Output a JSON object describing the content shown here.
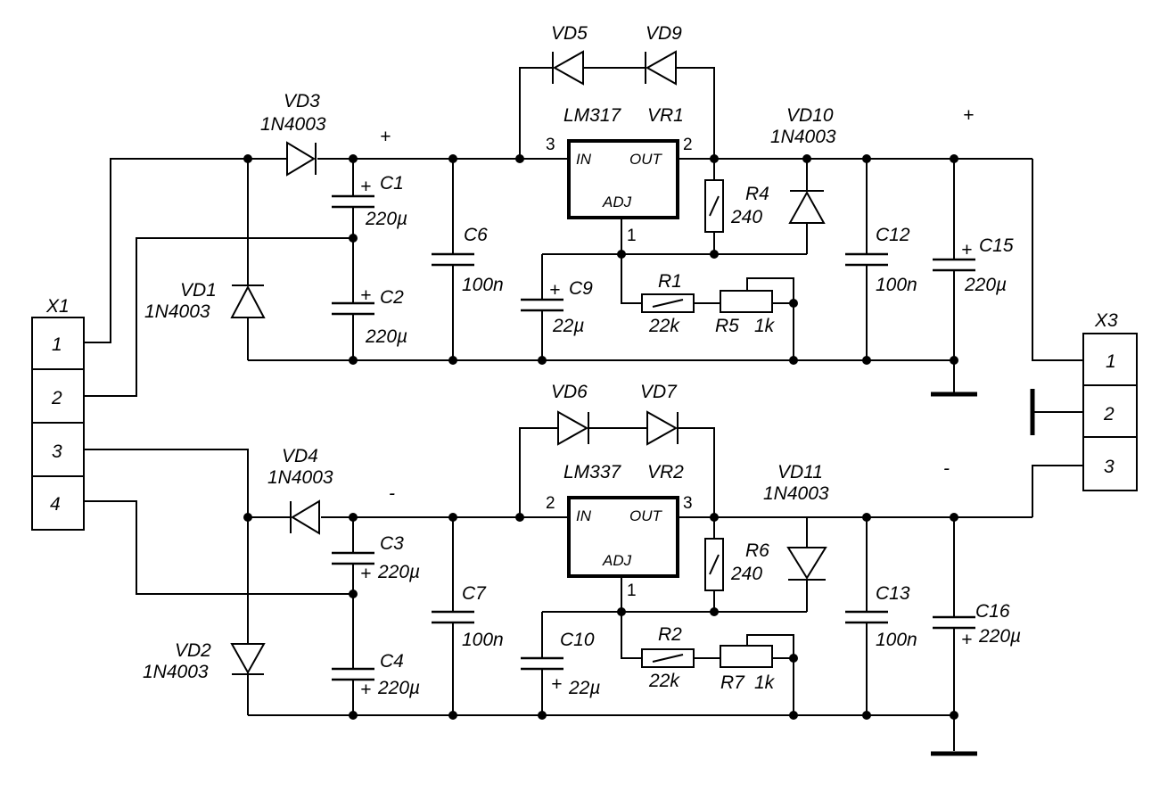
{
  "connectors": {
    "x1": {
      "name": "X1",
      "pins": [
        "1",
        "2",
        "3",
        "4"
      ]
    },
    "x3": {
      "name": "X3",
      "pins": [
        "1",
        "2",
        "3"
      ]
    }
  },
  "rail_signs": {
    "top_in": "+",
    "top_out": "+",
    "bottom_in": "-",
    "bottom_out": "-"
  },
  "ic": {
    "vr1": {
      "name": "VR1",
      "part": "LM317",
      "in_pin": "3",
      "out_pin": "2",
      "adj_pin": "1",
      "in_label": "IN",
      "out_label": "OUT",
      "adj_label": "ADJ"
    },
    "vr2": {
      "name": "VR2",
      "part": "LM337",
      "in_pin": "2",
      "out_pin": "3",
      "adj_pin": "1",
      "in_label": "IN",
      "out_label": "OUT",
      "adj_label": "ADJ"
    }
  },
  "diodes": {
    "vd1": {
      "name": "VD1",
      "part": "1N4003"
    },
    "vd2": {
      "name": "VD2",
      "part": "1N4003"
    },
    "vd3": {
      "name": "VD3",
      "part": "1N4003"
    },
    "vd4": {
      "name": "VD4",
      "part": "1N4003"
    },
    "vd5": {
      "name": "VD5"
    },
    "vd6": {
      "name": "VD6"
    },
    "vd7": {
      "name": "VD7"
    },
    "vd9": {
      "name": "VD9"
    },
    "vd10": {
      "name": "VD10",
      "part": "1N4003"
    },
    "vd11": {
      "name": "VD11",
      "part": "1N4003"
    }
  },
  "capacitors": {
    "c1": {
      "name": "C1",
      "value": "220µ"
    },
    "c2": {
      "name": "C2",
      "value": "220µ"
    },
    "c3": {
      "name": "C3",
      "value": "220µ"
    },
    "c4": {
      "name": "C4",
      "value": "220µ"
    },
    "c6": {
      "name": "C6",
      "value": "100n"
    },
    "c7": {
      "name": "C7",
      "value": "100n"
    },
    "c9": {
      "name": "C9",
      "value": "22µ"
    },
    "c10": {
      "name": "C10",
      "value": "22µ"
    },
    "c12": {
      "name": "C12",
      "value": "100n"
    },
    "c13": {
      "name": "C13",
      "value": "100n"
    },
    "c15": {
      "name": "C15",
      "value": "220µ"
    },
    "c16": {
      "name": "C16",
      "value": "220µ"
    }
  },
  "resistors": {
    "r1": {
      "name": "R1",
      "value": "22k"
    },
    "r2": {
      "name": "R2",
      "value": "22k"
    },
    "r4": {
      "name": "R4",
      "value": "240"
    },
    "r6": {
      "name": "R6",
      "value": "240"
    },
    "r5": {
      "name": "R5",
      "value": "1k"
    },
    "r7": {
      "name": "R7",
      "value": "1k"
    }
  },
  "polarity_mark": "+"
}
